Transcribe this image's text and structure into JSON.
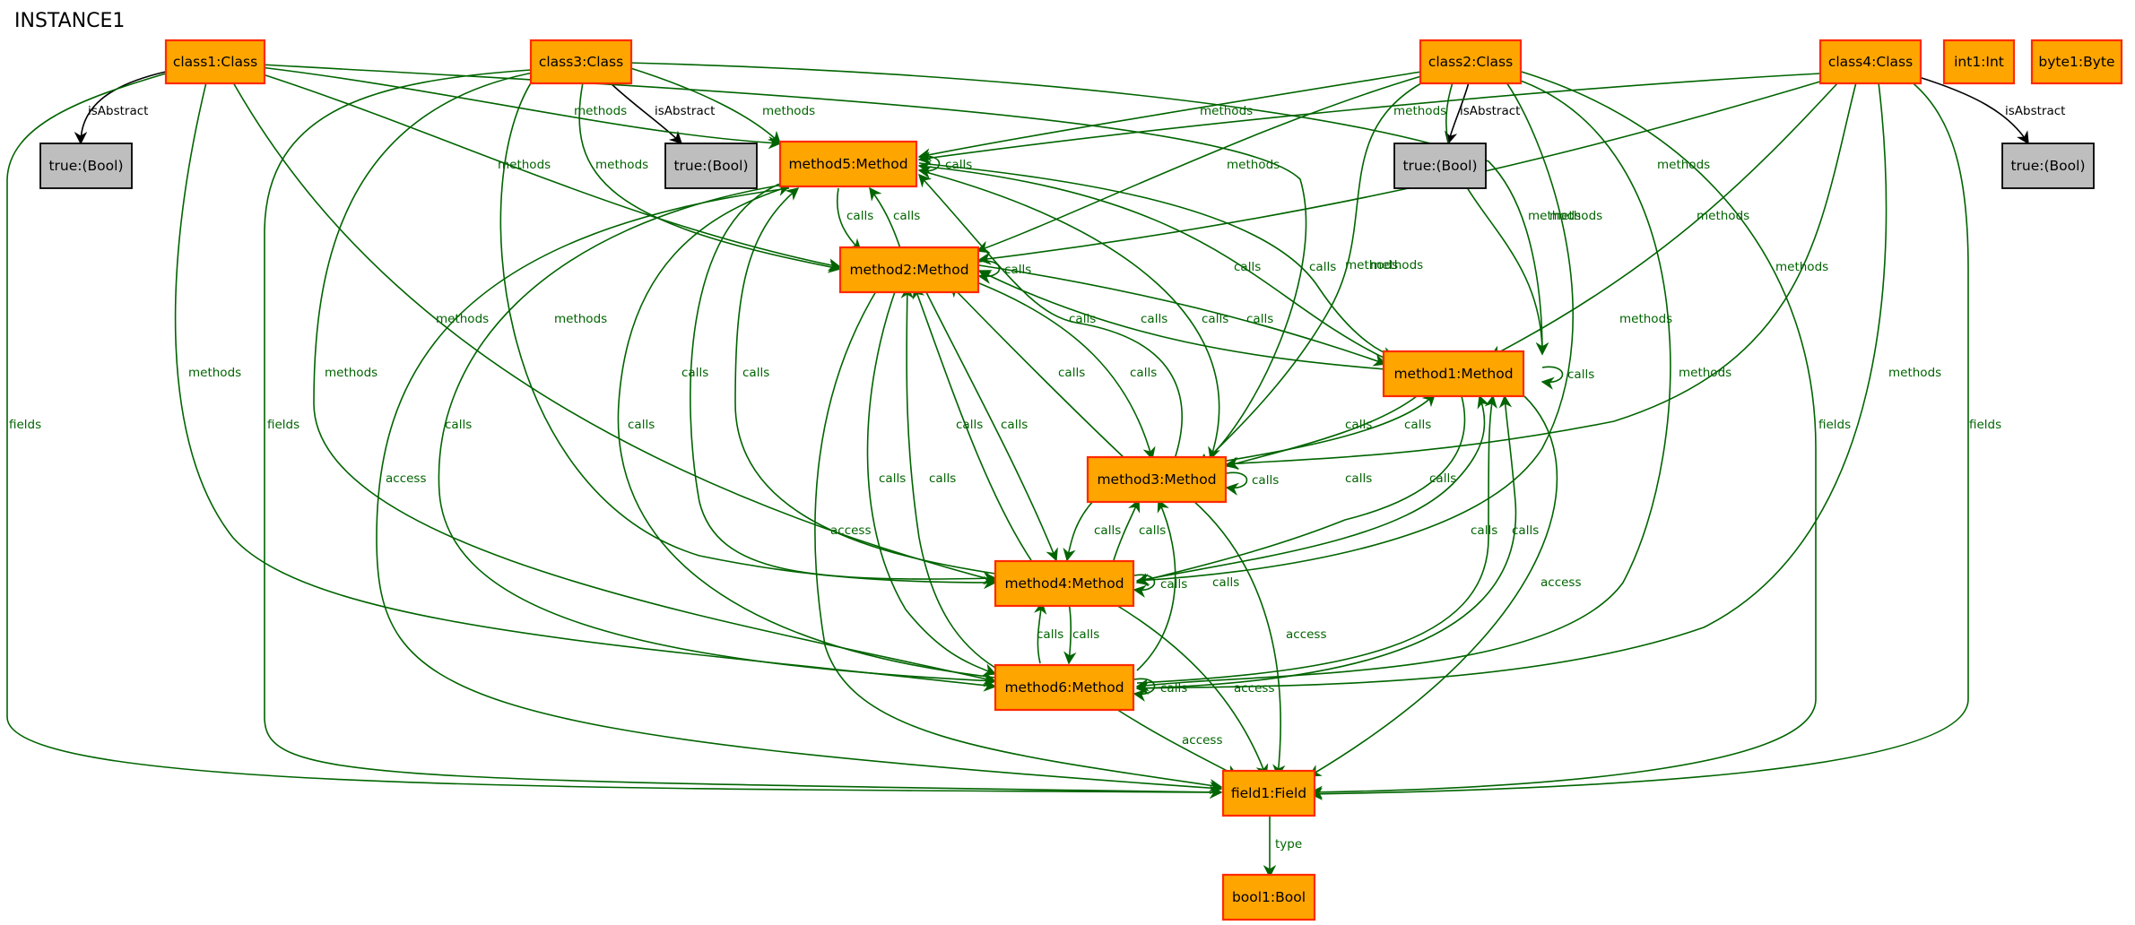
{
  "diagram_title": "INSTANCE1",
  "colors": {
    "node_fill": "#FFA500",
    "node_border": "#FF2A00",
    "value_fill": "#BEBEBE",
    "edge_green": "#006400",
    "edge_black": "#000000"
  },
  "nodes": {
    "class1": "class1:Class",
    "class3": "class3:Class",
    "class2": "class2:Class",
    "class4": "class4:Class",
    "int1": "int1:Int",
    "byte1": "byte1:Byte",
    "true1": "true:(Bool)",
    "true3": "true:(Bool)",
    "true2": "true:(Bool)",
    "true4": "true:(Bool)",
    "m5": "method5:Method",
    "m2": "method2:Method",
    "m1": "method1:Method",
    "m3": "method3:Method",
    "m4": "method4:Method",
    "m6": "method6:Method",
    "field1": "field1:Field",
    "bool1": "bool1:Bool"
  },
  "edge_labels": {
    "isAbstract": "isAbstract",
    "methods": "methods",
    "fields": "fields",
    "calls": "calls",
    "access": "access",
    "type": "type"
  }
}
